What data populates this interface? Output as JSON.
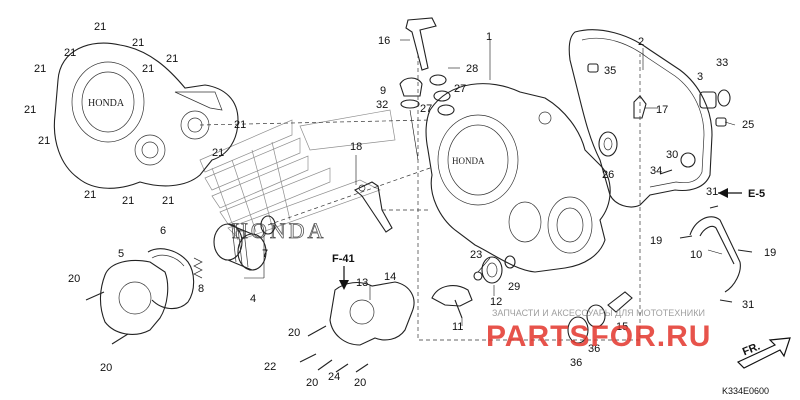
{
  "callouts": [
    {
      "id": "c1",
      "text": "1"
    },
    {
      "id": "c2",
      "text": "2"
    },
    {
      "id": "c3",
      "text": "3"
    },
    {
      "id": "c4",
      "text": "4"
    },
    {
      "id": "c5",
      "text": "5"
    },
    {
      "id": "c6",
      "text": "6"
    },
    {
      "id": "c7",
      "text": "7"
    },
    {
      "id": "c8",
      "text": "8"
    },
    {
      "id": "c9",
      "text": "9"
    },
    {
      "id": "c10",
      "text": "10"
    },
    {
      "id": "c11",
      "text": "11"
    },
    {
      "id": "c12",
      "text": "12"
    },
    {
      "id": "c13",
      "text": "13"
    },
    {
      "id": "c14",
      "text": "14"
    },
    {
      "id": "c15",
      "text": "15"
    },
    {
      "id": "c16",
      "text": "16"
    },
    {
      "id": "c17",
      "text": "17"
    },
    {
      "id": "c18",
      "text": "18"
    },
    {
      "id": "c19a",
      "text": "19"
    },
    {
      "id": "c19b",
      "text": "19"
    },
    {
      "id": "c20a",
      "text": "20"
    },
    {
      "id": "c20b",
      "text": "20"
    },
    {
      "id": "c20c",
      "text": "20"
    },
    {
      "id": "c20d",
      "text": "20"
    },
    {
      "id": "c20e",
      "text": "20"
    },
    {
      "id": "c21a",
      "text": "21"
    },
    {
      "id": "c21b",
      "text": "21"
    },
    {
      "id": "c21c",
      "text": "21"
    },
    {
      "id": "c21d",
      "text": "21"
    },
    {
      "id": "c21e",
      "text": "21"
    },
    {
      "id": "c21f",
      "text": "21"
    },
    {
      "id": "c21g",
      "text": "21"
    },
    {
      "id": "c21h",
      "text": "21"
    },
    {
      "id": "c21i",
      "text": "21"
    },
    {
      "id": "c21j",
      "text": "21"
    },
    {
      "id": "c21k",
      "text": "21"
    },
    {
      "id": "c21l",
      "text": "21"
    },
    {
      "id": "c21m",
      "text": "21"
    },
    {
      "id": "c22",
      "text": "22"
    },
    {
      "id": "c23",
      "text": "23"
    },
    {
      "id": "c24",
      "text": "24"
    },
    {
      "id": "c25",
      "text": "25"
    },
    {
      "id": "c26",
      "text": "26"
    },
    {
      "id": "c27a",
      "text": "27"
    },
    {
      "id": "c27b",
      "text": "27"
    },
    {
      "id": "c28",
      "text": "28"
    },
    {
      "id": "c29",
      "text": "29"
    },
    {
      "id": "c30",
      "text": "30"
    },
    {
      "id": "c31a",
      "text": "31"
    },
    {
      "id": "c31b",
      "text": "31"
    },
    {
      "id": "c32",
      "text": "32"
    },
    {
      "id": "c33",
      "text": "33"
    },
    {
      "id": "c34",
      "text": "34"
    },
    {
      "id": "c35",
      "text": "35"
    },
    {
      "id": "c36a",
      "text": "36"
    },
    {
      "id": "c36b",
      "text": "36"
    }
  ],
  "references": {
    "e5": "E-5",
    "f41": "F-41",
    "fr": "FR."
  },
  "diagram_code": "K334E0600",
  "watermark": {
    "subtitle": "ЗАПЧАСТИ И АКСЕССУАРЫ ДЛЯ МОТОТЕХНИКИ",
    "brand": "PARTSFOR.RU",
    "color": "#e3352b"
  },
  "brand_stamp": "HONDA",
  "icons": [
    "honda-wing-logo",
    "forward-arrow-icon",
    "e5-arrow-icon"
  ]
}
